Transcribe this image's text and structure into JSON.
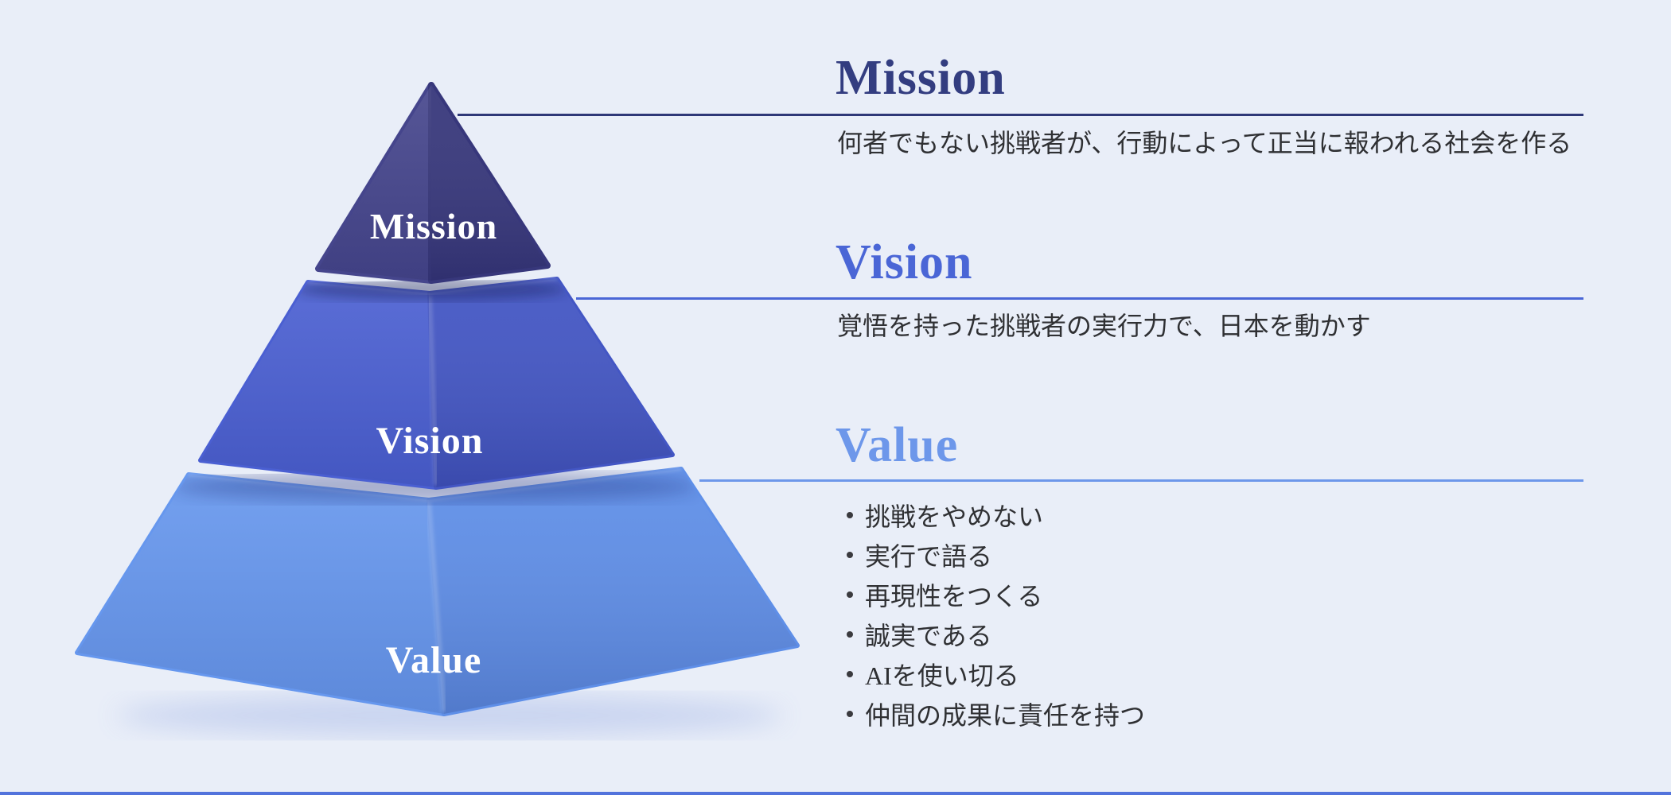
{
  "canvas": {
    "background": "#E9EEF8",
    "bottom_bar_color": "#5273DC"
  },
  "pyramid": {
    "label_color": "#FFFFFF",
    "tiers": [
      {
        "id": "mission",
        "label": "Mission",
        "face_left": "#45458C",
        "face_right": "#37377B"
      },
      {
        "id": "vision",
        "label": "Vision",
        "face_left": "#4A5FD2",
        "face_right": "#4356C4"
      },
      {
        "id": "value",
        "label": "Value",
        "face_left": "#6697EE",
        "face_right": "#5F8FE8"
      }
    ]
  },
  "sections": [
    {
      "heading": "Mission",
      "heading_color": "#333D80",
      "line_color": "#2F3878",
      "body": "何者でもない挑戦者が、行動によって正当に報われる社会を作る",
      "bullets": []
    },
    {
      "heading": "Vision",
      "heading_color": "#4A66D6",
      "line_color": "#4A66D6",
      "body": "覚悟を持った挑戦者の実行力で、日本を動かす",
      "bullets": []
    },
    {
      "heading": "Value",
      "heading_color": "#6D97EA",
      "line_color": "#6D97EA",
      "body": "",
      "bullets": [
        "挑戦をやめない",
        "実行で語る",
        "再現性をつくる",
        "誠実である",
        "AIを使い切る",
        "仲間の成果に責任を持つ"
      ]
    }
  ]
}
